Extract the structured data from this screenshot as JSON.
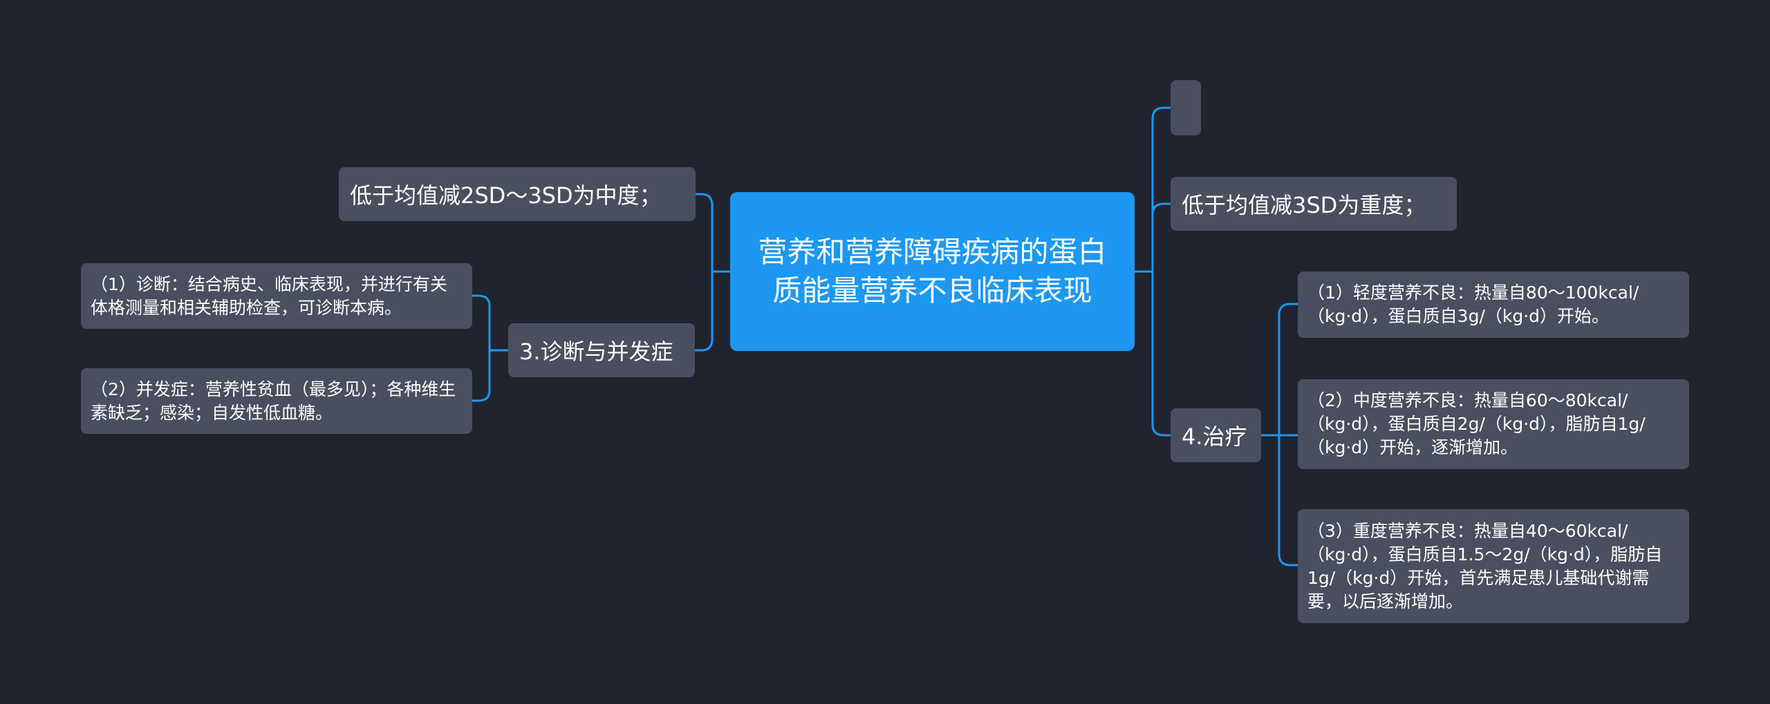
{
  "central": {
    "title": "营养和营养障碍疾病的蛋白质能量营养不良临床表现"
  },
  "left": {
    "moderate": "低于均值减2SD～3SD为中度；",
    "diagnosis": {
      "label": "3.诊断与并发症",
      "children": [
        "（1）诊断：结合病史、临床表现，并进行有关体格测量和相关辅助检查，可诊断本病。",
        "（2）并发症：营养性贫血（最多见）；各种维生素缺乏；感染；自发性低血糖。"
      ]
    }
  },
  "right": {
    "empty": "",
    "severe": "低于均值减3SD为重度；",
    "treatment": {
      "label": "4.治疗",
      "children": [
        "（1）轻度营养不良：热量自80～100kcal/（kg·d），蛋白质自3g/（kg·d）开始。",
        "（2）中度营养不良：热量自60～80kcal/（kg·d），蛋白质自2g/（kg·d），脂肪自1g/（kg·d）开始，逐渐增加。",
        "（3）重度营养不良：热量自40～60kcal/（kg·d），蛋白质自1.5～2g/（kg·d），脂肪自1g/（kg·d）开始，首先满足患儿基础代谢需要，以后逐渐增加。"
      ]
    }
  },
  "colors": {
    "background": "#20242f",
    "central": "#1c98f2",
    "node": "#4a4f5f",
    "link": "#1c98f2"
  }
}
